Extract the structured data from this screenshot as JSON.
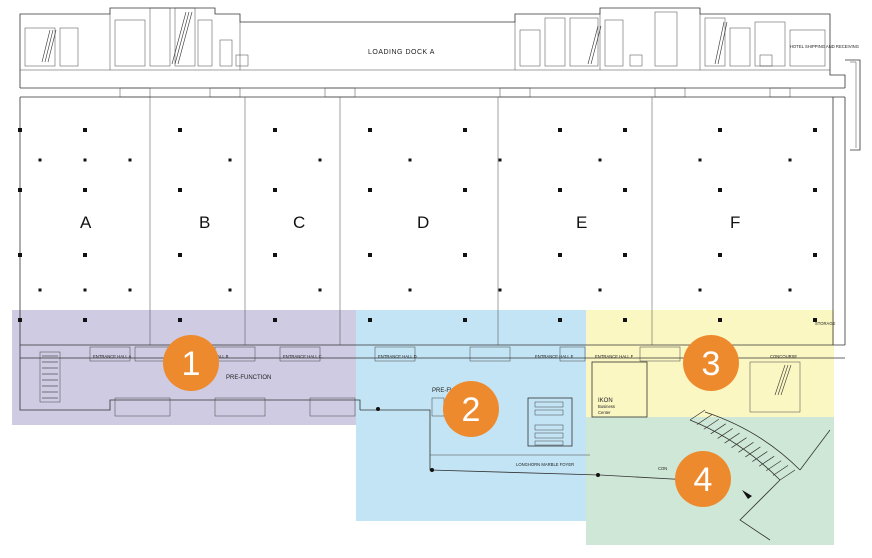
{
  "loading_dock": "LOADING DOCK A",
  "halls": [
    "A",
    "B",
    "C",
    "D",
    "E",
    "F"
  ],
  "zones": [
    {
      "number": "1",
      "color": "#cfcbe3",
      "marker_color": "#ee8a2e"
    },
    {
      "number": "2",
      "color": "#c3e4f4",
      "marker_color": "#ee8a2e"
    },
    {
      "number": "3",
      "color": "#fbf7c3",
      "marker_color": "#ee8a2e"
    },
    {
      "number": "4",
      "color": "#cfe7d6",
      "marker_color": "#ee8a2e"
    }
  ],
  "labels": {
    "pre_function": "PRE-FUNCTION",
    "pre_function_2": "PRE-FU",
    "longhorn_foyer": "LONGHORN MARBLE FOYER",
    "business_center_1": "IKON",
    "business_center_2": "Business",
    "business_center_3": "Center",
    "entrance_hall_a": "ENTRANCE HALL A",
    "entrance_hall_b": "ENTRANCE HALL B",
    "entrance_hall_c": "ENTRANCE HALL C",
    "entrance_hall_d": "ENTRANCE HALL D",
    "entrance_hall_e": "ENTRANCE HALL E",
    "entrance_hall_f": "ENTRANCE HALL F",
    "receiving": "HOTEL SHIPPING AND RECEIVING",
    "storage": "STORAGE",
    "concourse": "CONCOURSE",
    "com": "CON"
  }
}
